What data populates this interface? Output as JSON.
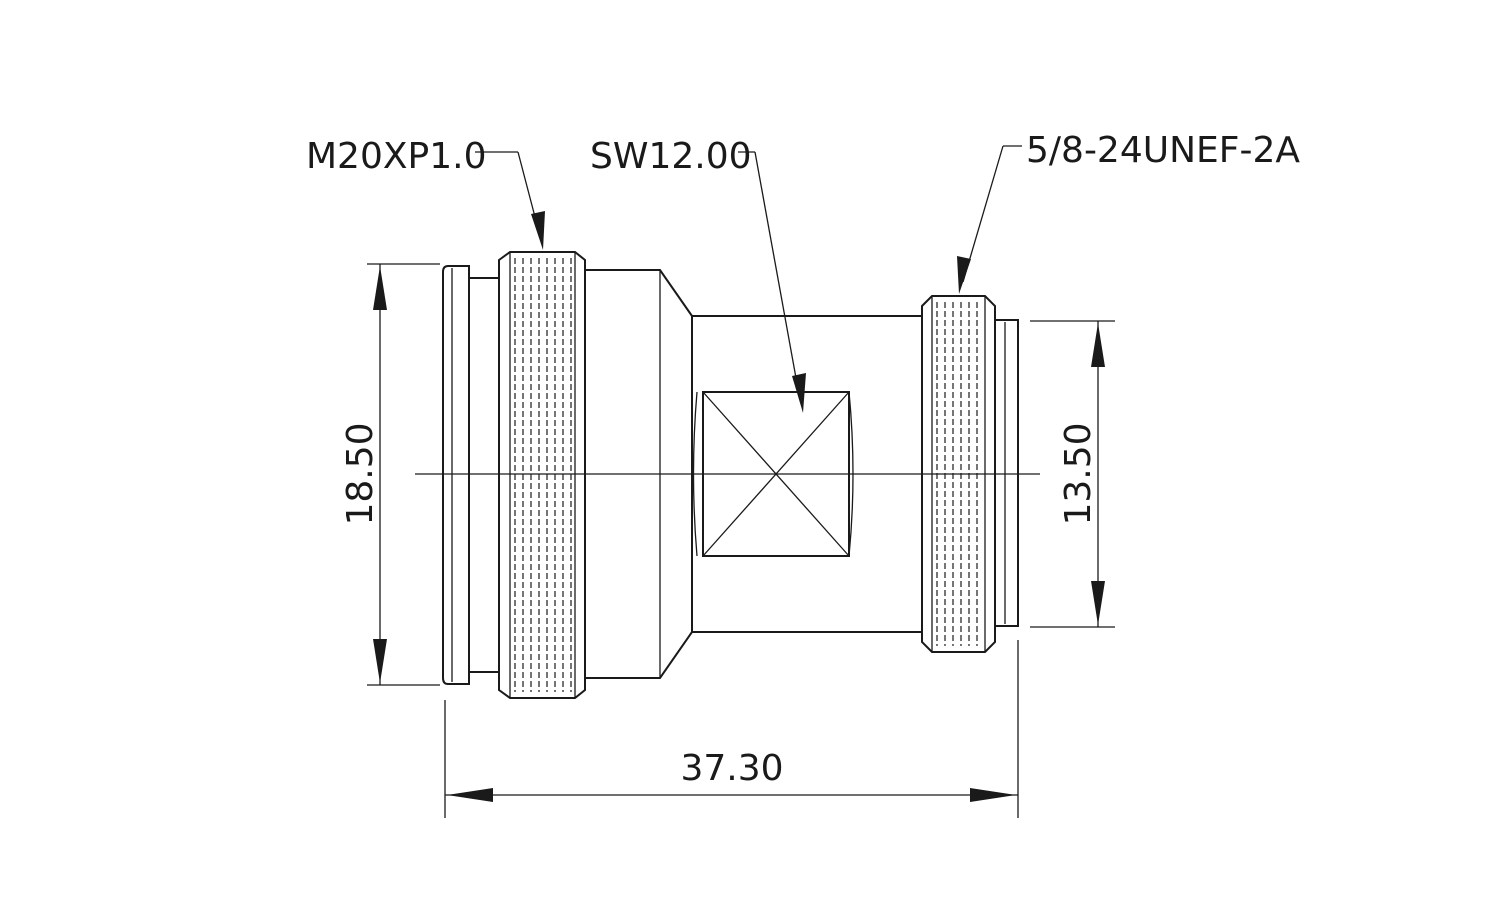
{
  "callouts": {
    "thread_left": "M20XP1.0",
    "wrench_size": "SW12.00",
    "thread_right": "5/8-24UNEF-2A"
  },
  "dimensions": {
    "left_diameter": "18.50",
    "right_diameter": "13.50",
    "overall_length": "37.30"
  },
  "colors": {
    "line": "#1a1a1a",
    "background": "#ffffff"
  }
}
